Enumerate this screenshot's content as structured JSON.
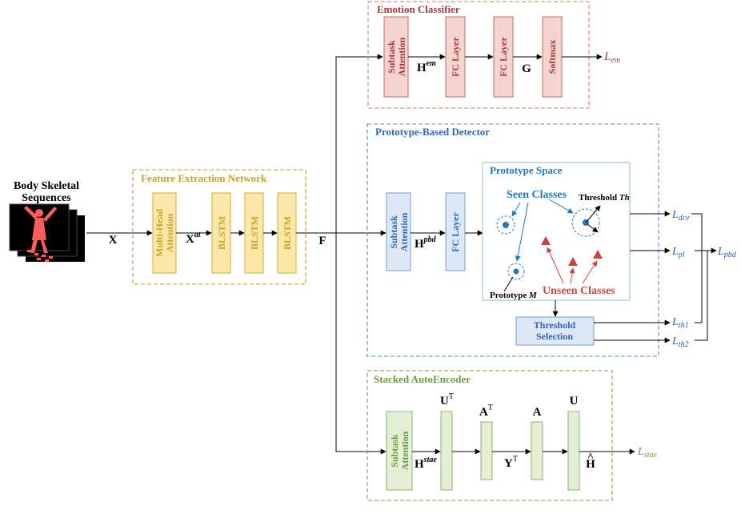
{
  "colors": {
    "yellow_fill": "#fbe7a8",
    "yellow_stroke": "#d4a93a",
    "yellow_text": "#c9a227",
    "red_fill": "#f5d3d0",
    "red_stroke": "#c96a66",
    "red_text": "#a83a3a",
    "blue_fill": "#dde7f6",
    "blue_stroke": "#7a9ccc",
    "blue_text": "#2e66b8",
    "proto_stroke": "#6fa9d6",
    "proto_text": "#1e78c0",
    "green_fill": "#e3efd5",
    "green_stroke": "#8cb06a",
    "green_text": "#6b9a3e",
    "unseen": "#c9443c",
    "loss_blue": "#2e5aa8"
  },
  "input": {
    "title_line1": "Body Skeletal",
    "title_line2": "Sequences",
    "label_x": "X"
  },
  "feature_extraction": {
    "title": "Feature Extraction Network",
    "attention": [
      "Multi-Head",
      "Attention"
    ],
    "label_xat_base": "X",
    "label_xat_sup": "at",
    "blstm": "BLSTM",
    "label_f": "F"
  },
  "emotion_classifier": {
    "title": "Emotion Classifier",
    "attention": [
      "Subtask",
      "Attention"
    ],
    "label_h_base": "H",
    "label_h_sup": "em",
    "fc": "FC Layer",
    "label_g": "G",
    "softmax": "Softmax",
    "loss_base": "L",
    "loss_sub": "em"
  },
  "prototype_detector": {
    "title": "Prototype-Based Detector",
    "attention": [
      "Subtask",
      "Attention"
    ],
    "label_h_base": "H",
    "label_h_sup": "pbd",
    "fc": "FC Layer",
    "space_title": "Prototype Space",
    "seen": "Seen Classes",
    "threshold": "Threshold",
    "threshold_var": "Th",
    "prototype": "Prototype",
    "prototype_var": "M",
    "unseen": "Unseen Classes",
    "selection": [
      "Threshold",
      "Selection"
    ],
    "losses": {
      "dce_base": "L",
      "dce_sub": "dce",
      "pl_base": "L",
      "pl_sub": "pl",
      "pbd_base": "L",
      "pbd_sub": "pbd",
      "th1_base": "L",
      "th1_sub": "th1",
      "th2_base": "L",
      "th2_sub": "th2"
    }
  },
  "autoencoder": {
    "title": "Stacked AutoEncoder",
    "attention": [
      "Subtask",
      "Attention"
    ],
    "label_h_base": "H",
    "label_h_sup": "stae",
    "u_t_base": "U",
    "u_t_sup": "T",
    "a_t_base": "A",
    "a_t_sup": "T",
    "y_t_base": "Y",
    "y_t_sup": "T",
    "a": "A",
    "u": "U",
    "h_hat": "H",
    "hat_mark": "^",
    "loss_base": "L",
    "loss_sub": "stae"
  }
}
